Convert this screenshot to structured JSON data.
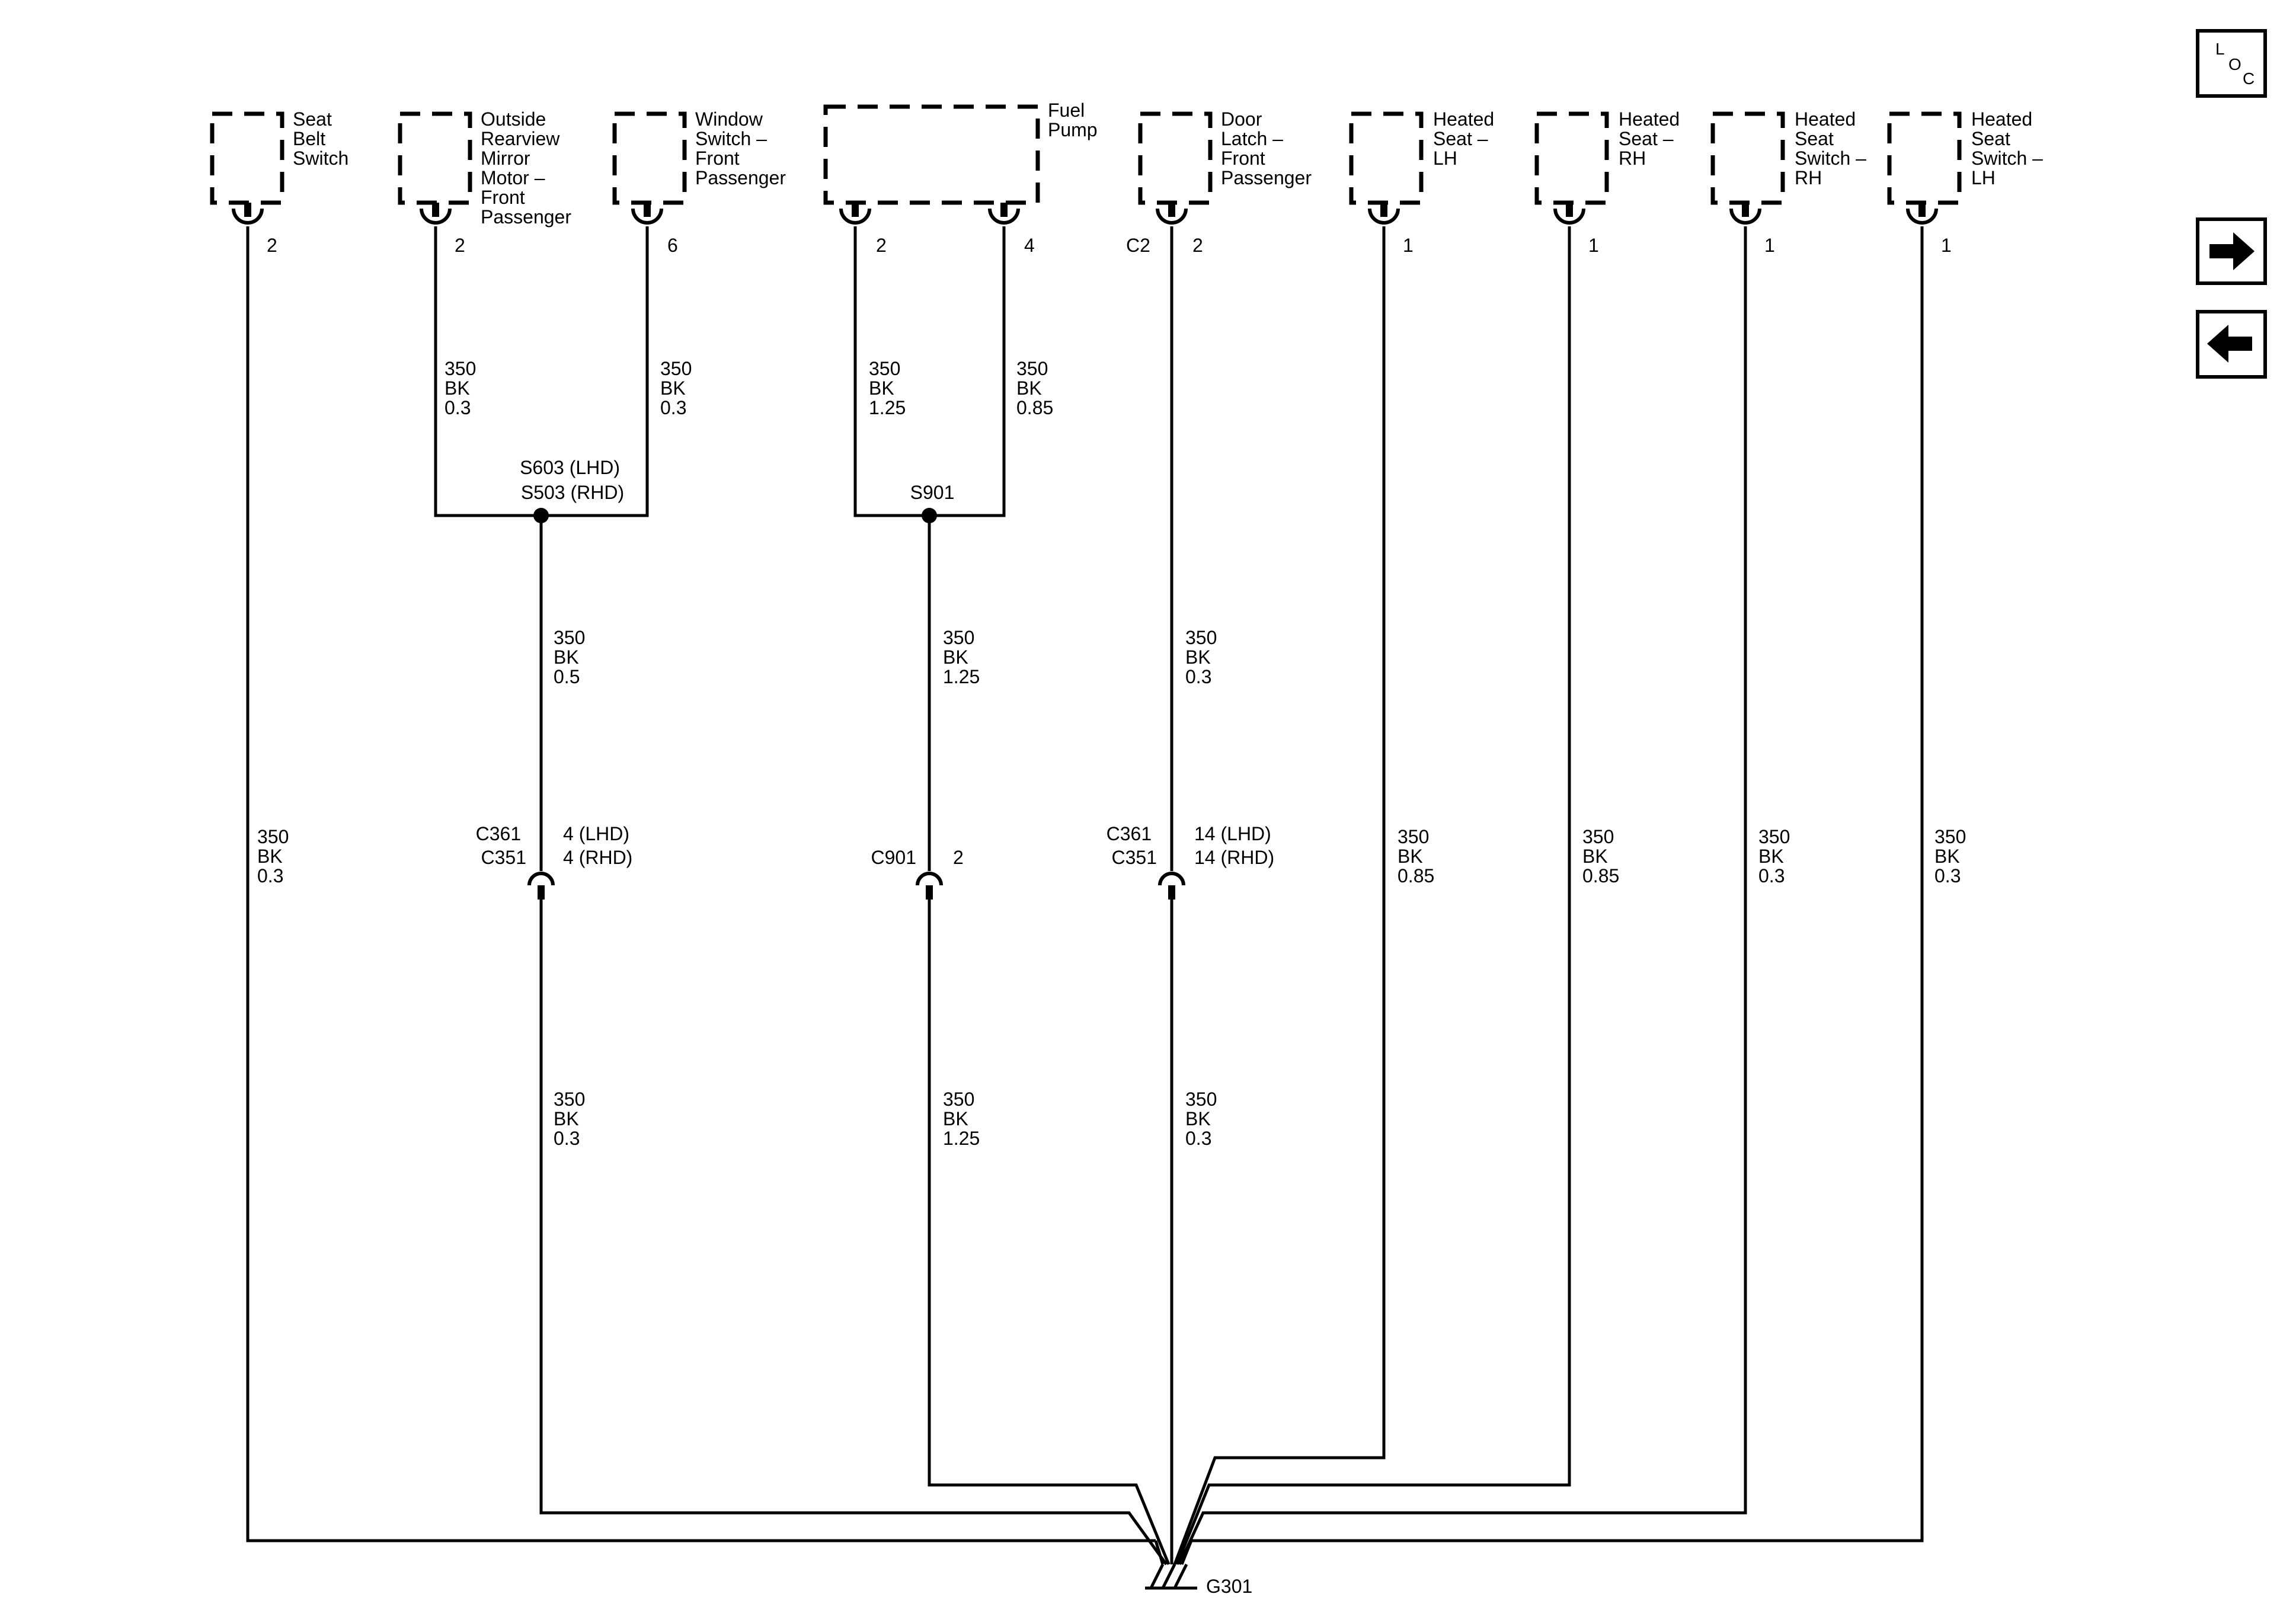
{
  "components": [
    {
      "id": "seat-belt-switch",
      "lines": [
        "Seat",
        "Belt",
        "Switch"
      ],
      "pins": [
        "2"
      ]
    },
    {
      "id": "outside-rearview-mirror-motor",
      "lines": [
        "Outside",
        "Rearview",
        "Mirror",
        "Motor –",
        "Front",
        "Passenger"
      ],
      "pins": [
        "2"
      ]
    },
    {
      "id": "window-switch-front-passenger",
      "lines": [
        "Window",
        "Switch –",
        "Front",
        "Passenger"
      ],
      "pins": [
        "6"
      ]
    },
    {
      "id": "fuel-pump",
      "lines": [
        "Fuel",
        "Pump"
      ],
      "pins": [
        "2",
        "4"
      ]
    },
    {
      "id": "door-latch-front-passenger",
      "lines": [
        "Door",
        "Latch –",
        "Front",
        "Passenger"
      ],
      "pins": [
        "2"
      ],
      "connector": "C2"
    },
    {
      "id": "heated-seat-lh",
      "lines": [
        "Heated",
        "Seat –",
        "LH"
      ],
      "pins": [
        "1"
      ]
    },
    {
      "id": "heated-seat-rh",
      "lines": [
        "Heated",
        "Seat –",
        "RH"
      ],
      "pins": [
        "1"
      ]
    },
    {
      "id": "heated-seat-switch-rh",
      "lines": [
        "Heated",
        "Seat",
        "Switch –",
        "RH"
      ],
      "pins": [
        "1"
      ]
    },
    {
      "id": "heated-seat-switch-lh",
      "lines": [
        "Heated",
        "Seat",
        "Switch –",
        "LH"
      ],
      "pins": [
        "1"
      ]
    }
  ],
  "wires": [
    {
      "id": "mirror-to-splice",
      "circuit": "350",
      "color": "BK",
      "gauge": "0.3"
    },
    {
      "id": "window-to-splice",
      "circuit": "350",
      "color": "BK",
      "gauge": "0.3"
    },
    {
      "id": "fuelpump2-to-splice",
      "circuit": "350",
      "color": "BK",
      "gauge": "1.25"
    },
    {
      "id": "fuelpump4-to-splice",
      "circuit": "350",
      "color": "BK",
      "gauge": "0.85"
    },
    {
      "id": "s603-to-c361",
      "circuit": "350",
      "color": "BK",
      "gauge": "0.5"
    },
    {
      "id": "s901-to-c901",
      "circuit": "350",
      "color": "BK",
      "gauge": "1.25"
    },
    {
      "id": "doorlatch-to-c361",
      "circuit": "350",
      "color": "BK",
      "gauge": "0.3"
    },
    {
      "id": "seatbelt-to-ground",
      "circuit": "350",
      "color": "BK",
      "gauge": "0.3"
    },
    {
      "id": "heatedseat-lh-to-ground",
      "circuit": "350",
      "color": "BK",
      "gauge": "0.85"
    },
    {
      "id": "heatedseat-rh-to-ground",
      "circuit": "350",
      "color": "BK",
      "gauge": "0.85"
    },
    {
      "id": "heatedseatswitch-rh-to-ground",
      "circuit": "350",
      "color": "BK",
      "gauge": "0.3"
    },
    {
      "id": "heatedseatswitch-lh-to-ground",
      "circuit": "350",
      "color": "BK",
      "gauge": "0.3"
    },
    {
      "id": "c361-to-ground",
      "circuit": "350",
      "color": "BK",
      "gauge": "0.3"
    },
    {
      "id": "c901-to-ground",
      "circuit": "350",
      "color": "BK",
      "gauge": "1.25"
    },
    {
      "id": "c361b-to-ground",
      "circuit": "350",
      "color": "BK",
      "gauge": "0.3"
    }
  ],
  "splices": [
    {
      "id": "s603-s503",
      "lines": [
        "S603 (LHD)",
        "S503 (RHD)"
      ]
    },
    {
      "id": "s901",
      "lines": [
        "S901"
      ]
    }
  ],
  "inline_connectors": [
    {
      "id": "c361-c351-left",
      "names": [
        "C361",
        "C351"
      ],
      "pins": [
        "4 (LHD)",
        "4 (RHD)"
      ]
    },
    {
      "id": "c901",
      "names": [
        "C901"
      ],
      "pins": [
        "2"
      ]
    },
    {
      "id": "c361-c351-right",
      "names": [
        "C361",
        "C351"
      ],
      "pins": [
        "14 (LHD)",
        "14 (RHD)"
      ]
    }
  ],
  "ground": {
    "label": "G301"
  },
  "nav": {
    "loc": {
      "letters": [
        "L",
        "O",
        "C"
      ]
    },
    "forward_icon": "arrow-right-icon",
    "back_icon": "arrow-left-icon"
  }
}
